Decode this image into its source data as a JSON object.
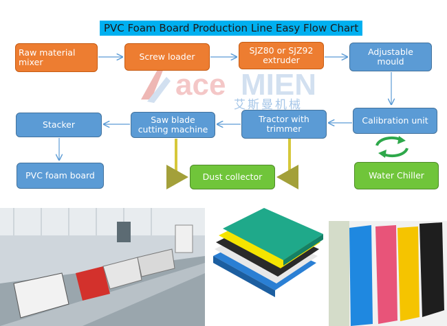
{
  "title": "PVC Foam Board Production Line Easy Flow Chart",
  "watermark": {
    "brand": "ACEMIEN",
    "chinese": "艾斯曼机械"
  },
  "nodes": {
    "raw_material": "Raw material\nmixer",
    "screw_loader": "Screw loader",
    "extruder": "SJZ80 or SJZ92\nextruder",
    "mould": "Adjustable\nmould",
    "calibration": "Calibration unit",
    "water_chiller": "Water Chiller",
    "tractor": "Tractor with\ntrimmer",
    "saw": "Saw blade\ncutting machine",
    "stacker": "Stacker",
    "pvc_board": "PVC foam board",
    "dust": "Dust collector"
  },
  "colors": {
    "orange": "#ed7d31",
    "blue": "#5b9bd5",
    "green": "#70c53a",
    "title_bg": "#00b0f0"
  }
}
